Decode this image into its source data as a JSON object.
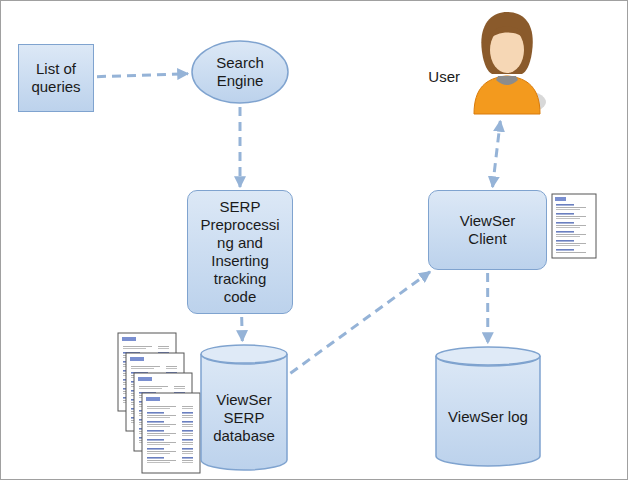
{
  "diagram": {
    "nodes": [
      {
        "text": [
          "List of queries"
        ]
      },
      {
        "text": [
          "Search Engine"
        ]
      },
      {
        "text": [
          "User"
        ]
      },
      {
        "text": [
          "SERP Preprocessing and Inserting tracking code"
        ]
      },
      {
        "text": [
          "ViewSer Client"
        ]
      },
      {
        "text": [
          "ViewSer SERP database"
        ]
      },
      {
        "text": [
          "ViewSer log"
        ]
      }
    ],
    "edges": [
      {
        "from": 0,
        "to": 1,
        "arrow": "to"
      },
      {
        "from": 1,
        "to": 3,
        "arrow": "to"
      },
      {
        "from": 3,
        "to": 5,
        "arrow": "to"
      },
      {
        "from": 5,
        "to": 4,
        "arrow": "to"
      },
      {
        "from": 4,
        "to": 2,
        "arrow": "both"
      },
      {
        "from": 4,
        "to": 6,
        "arrow": "to"
      }
    ]
  }
}
